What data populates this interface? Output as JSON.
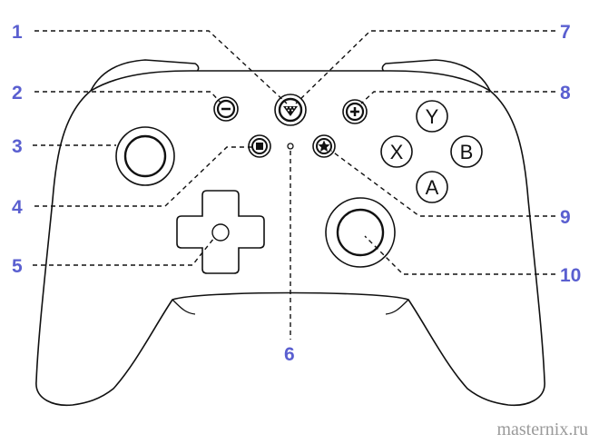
{
  "diagram": {
    "callouts": [
      "1",
      "2",
      "3",
      "4",
      "5",
      "6",
      "7",
      "8",
      "9",
      "10"
    ],
    "face_buttons": {
      "y": "Y",
      "x": "X",
      "b": "B",
      "a": "A"
    },
    "watermark": "masternix.ru",
    "colors": {
      "callout_number": "#5a5fd0",
      "line": "#111111",
      "watermark": "#9a9a9a",
      "background": "#ffffff"
    }
  }
}
